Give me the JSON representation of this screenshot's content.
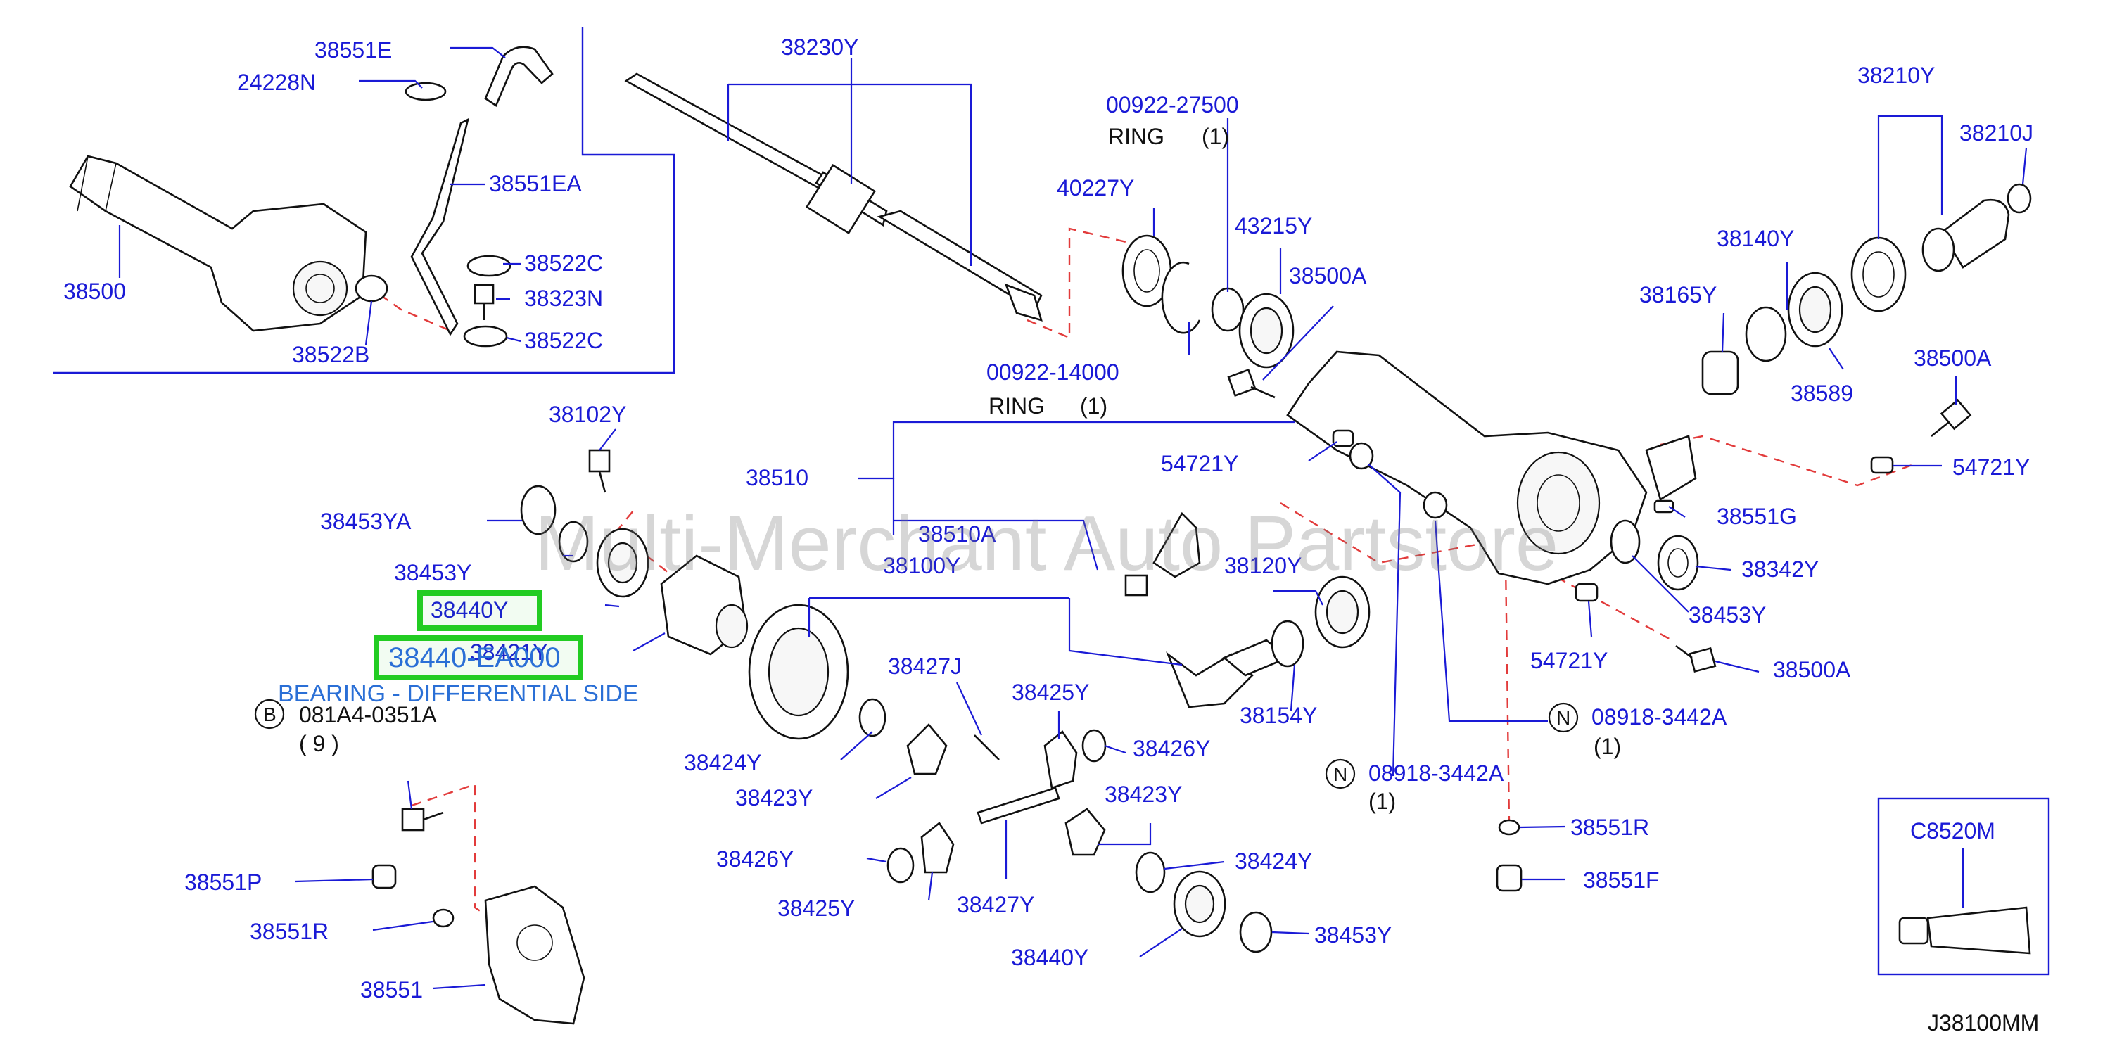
{
  "labels": {
    "p38551E": "38551E",
    "p24228N": "24228N",
    "p38230Y": "38230Y",
    "p00922_27500": "00922-27500",
    "ring1": "RING",
    "qty_ring1": "(1)",
    "p38210Y": "38210Y",
    "p38210J": "38210J",
    "p38551EA": "38551EA",
    "p40227Y": "40227Y",
    "p43215Y": "43215Y",
    "p38140Y": "38140Y",
    "p38522C_a": "38522C",
    "p38323N": "38323N",
    "p38500": "38500",
    "p38522C_b": "38522C",
    "p38500A_a": "38500A",
    "p38165Y": "38165Y",
    "p38522B": "38522B",
    "p00922_14000": "00922-14000",
    "ring2": "RING",
    "qty_ring2": "(1)",
    "p38500A_b": "38500A",
    "p38589": "38589",
    "p38102Y": "38102Y",
    "p54721Y_a": "54721Y",
    "p54721Y_b": "54721Y",
    "p38510": "38510",
    "p38453YA": "38453YA",
    "p38510A": "38510A",
    "p38551G": "38551G",
    "p38453Y_a": "38453Y",
    "p38100Y": "38100Y",
    "p38120Y": "38120Y",
    "p38342Y": "38342Y",
    "p38440Y_a": "38440Y",
    "p38421Y": "38421Y",
    "p38453Y_b": "38453Y",
    "p54721Y_c": "54721Y",
    "p38500A_c": "38500A",
    "p38427J": "38427J",
    "p38425Y_a": "38425Y",
    "p38154Y": "38154Y",
    "circ_b": "B",
    "p081A4_0351A": "081A4-0351A",
    "qty_9": "( 9 )",
    "circ_n1": "N",
    "p08918_3442A_a": "08918-3442A",
    "qty_n1": "(1)",
    "p38426Y_a": "38426Y",
    "p38424Y_a": "38424Y",
    "p38423Y_a": "38423Y",
    "p38423Y_b": "38423Y",
    "circ_n2": "N",
    "p08918_3442A_b": "08918-3442A",
    "qty_n2": "(1)",
    "p38551R_a": "38551R",
    "p38426Y_b": "38426Y",
    "p38424Y_b": "38424Y",
    "p38551P": "38551P",
    "p38551F": "38551F",
    "p38425Y_b": "38425Y",
    "p38427Y": "38427Y",
    "p38551R_b": "38551R",
    "p38453Y_c": "38453Y",
    "p38440Y_b": "38440Y",
    "p38551": "38551",
    "pC8520M": "C8520M",
    "diagram_code": "J38100MM"
  },
  "selection": {
    "part_no": "38440-EA000",
    "description": "BEARING - DIFFERENTIAL SIDE"
  },
  "watermark": "Multi-Merchant Auto Partstore",
  "colors": {
    "label": "#1a1ad6",
    "leader": "#1a1ad6",
    "dashed_axis": "#e23b3b",
    "highlight": "#22cc22",
    "selection_text": "#2a6fd6"
  }
}
